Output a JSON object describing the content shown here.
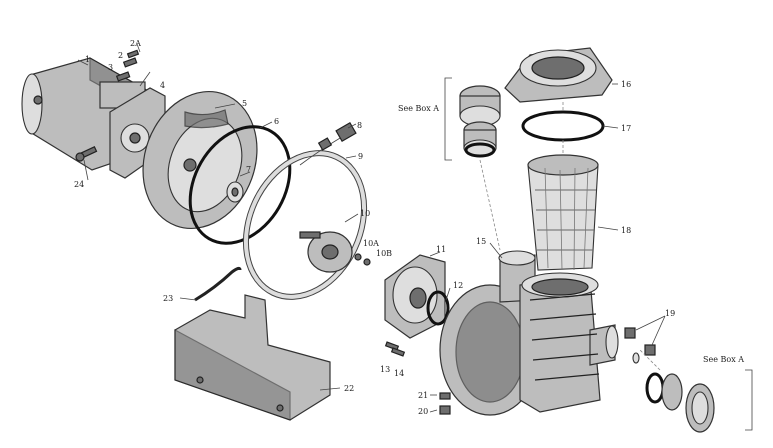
{
  "labels": {
    "p1": "1",
    "p2": "2",
    "p2a": "2A",
    "p3": "3",
    "p4": "4",
    "p5": "5",
    "p6": "6",
    "p7": "7",
    "p8": "8",
    "p9": "9",
    "p10": "10",
    "p10a": "10A",
    "p10b": "10B",
    "p11": "11",
    "p12": "12",
    "p13": "13",
    "p14": "14",
    "p15": "15",
    "p16": "16",
    "p17": "17",
    "p18": "18",
    "p19": "19",
    "p20": "20",
    "p21": "21",
    "p22": "22",
    "p23": "23",
    "p24": "24",
    "see_box_top": "See Box A",
    "see_box_bottom": "See Box A"
  }
}
